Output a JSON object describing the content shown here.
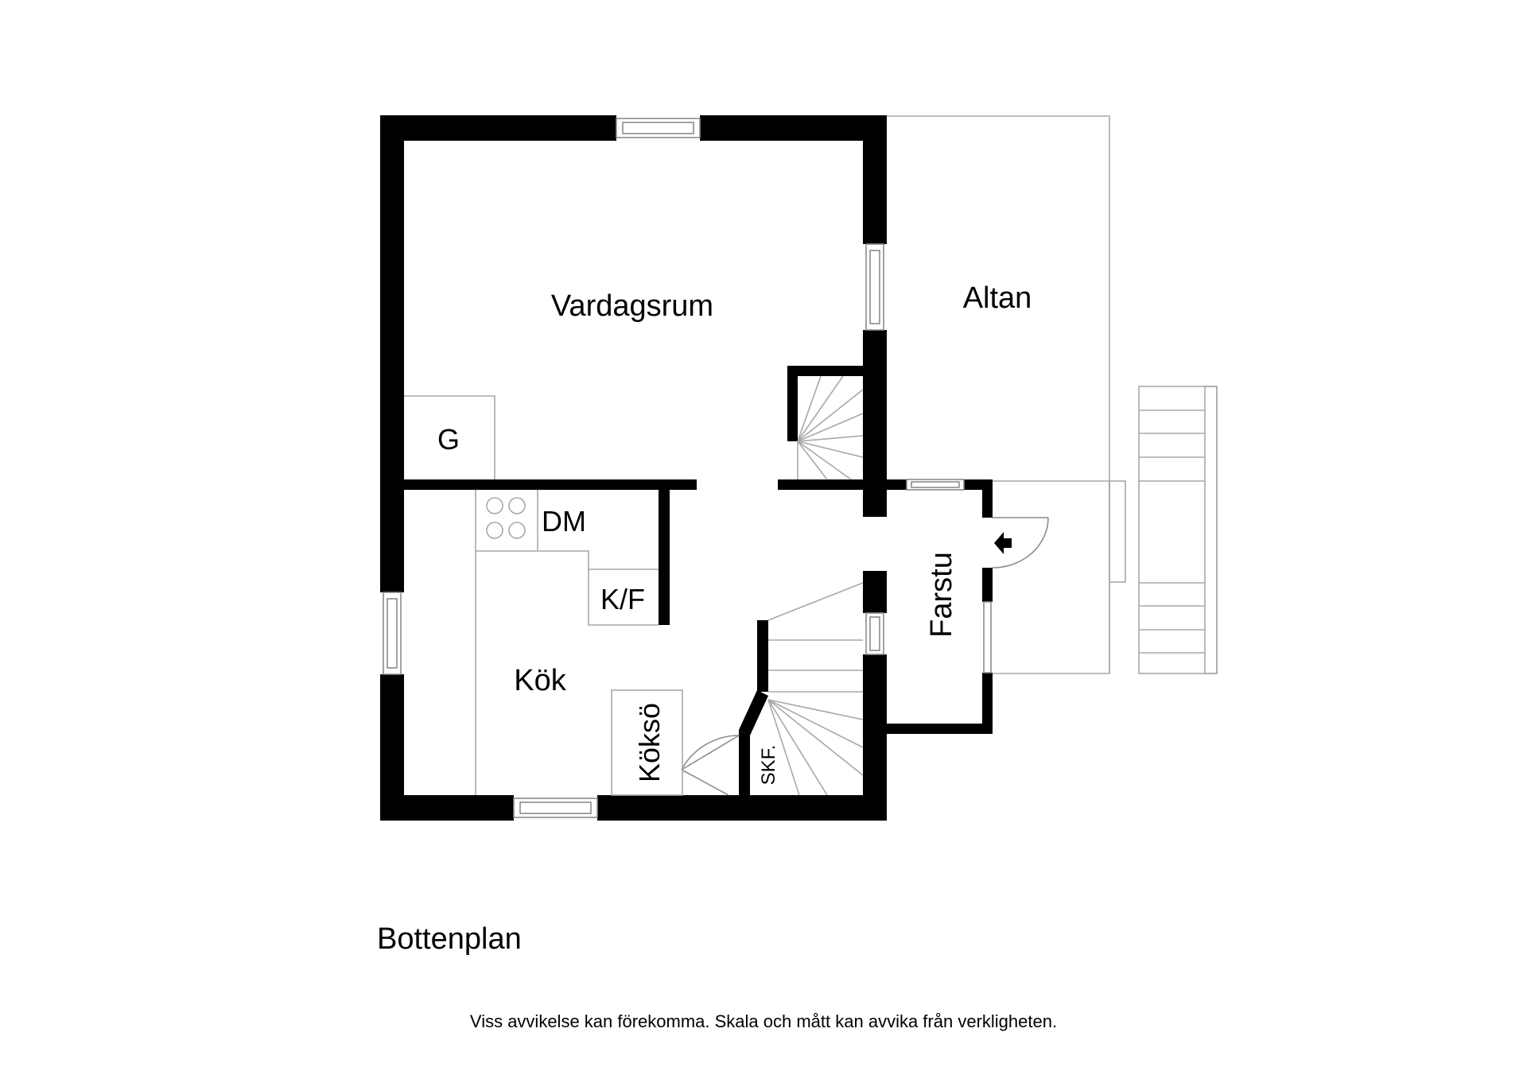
{
  "rooms": {
    "vardagsrum": "Vardagsrum",
    "altan": "Altan",
    "g": "G",
    "dm": "DM",
    "kf": "K/F",
    "kok": "Kök",
    "koksö": "Köksö",
    "skf": "SKF.",
    "farstu": "Farstu"
  },
  "plan_title": "Bottenplan",
  "disclaimer": "Viss avvikelse kan förekomma. Skala och mått kan avvika från verkligheten."
}
